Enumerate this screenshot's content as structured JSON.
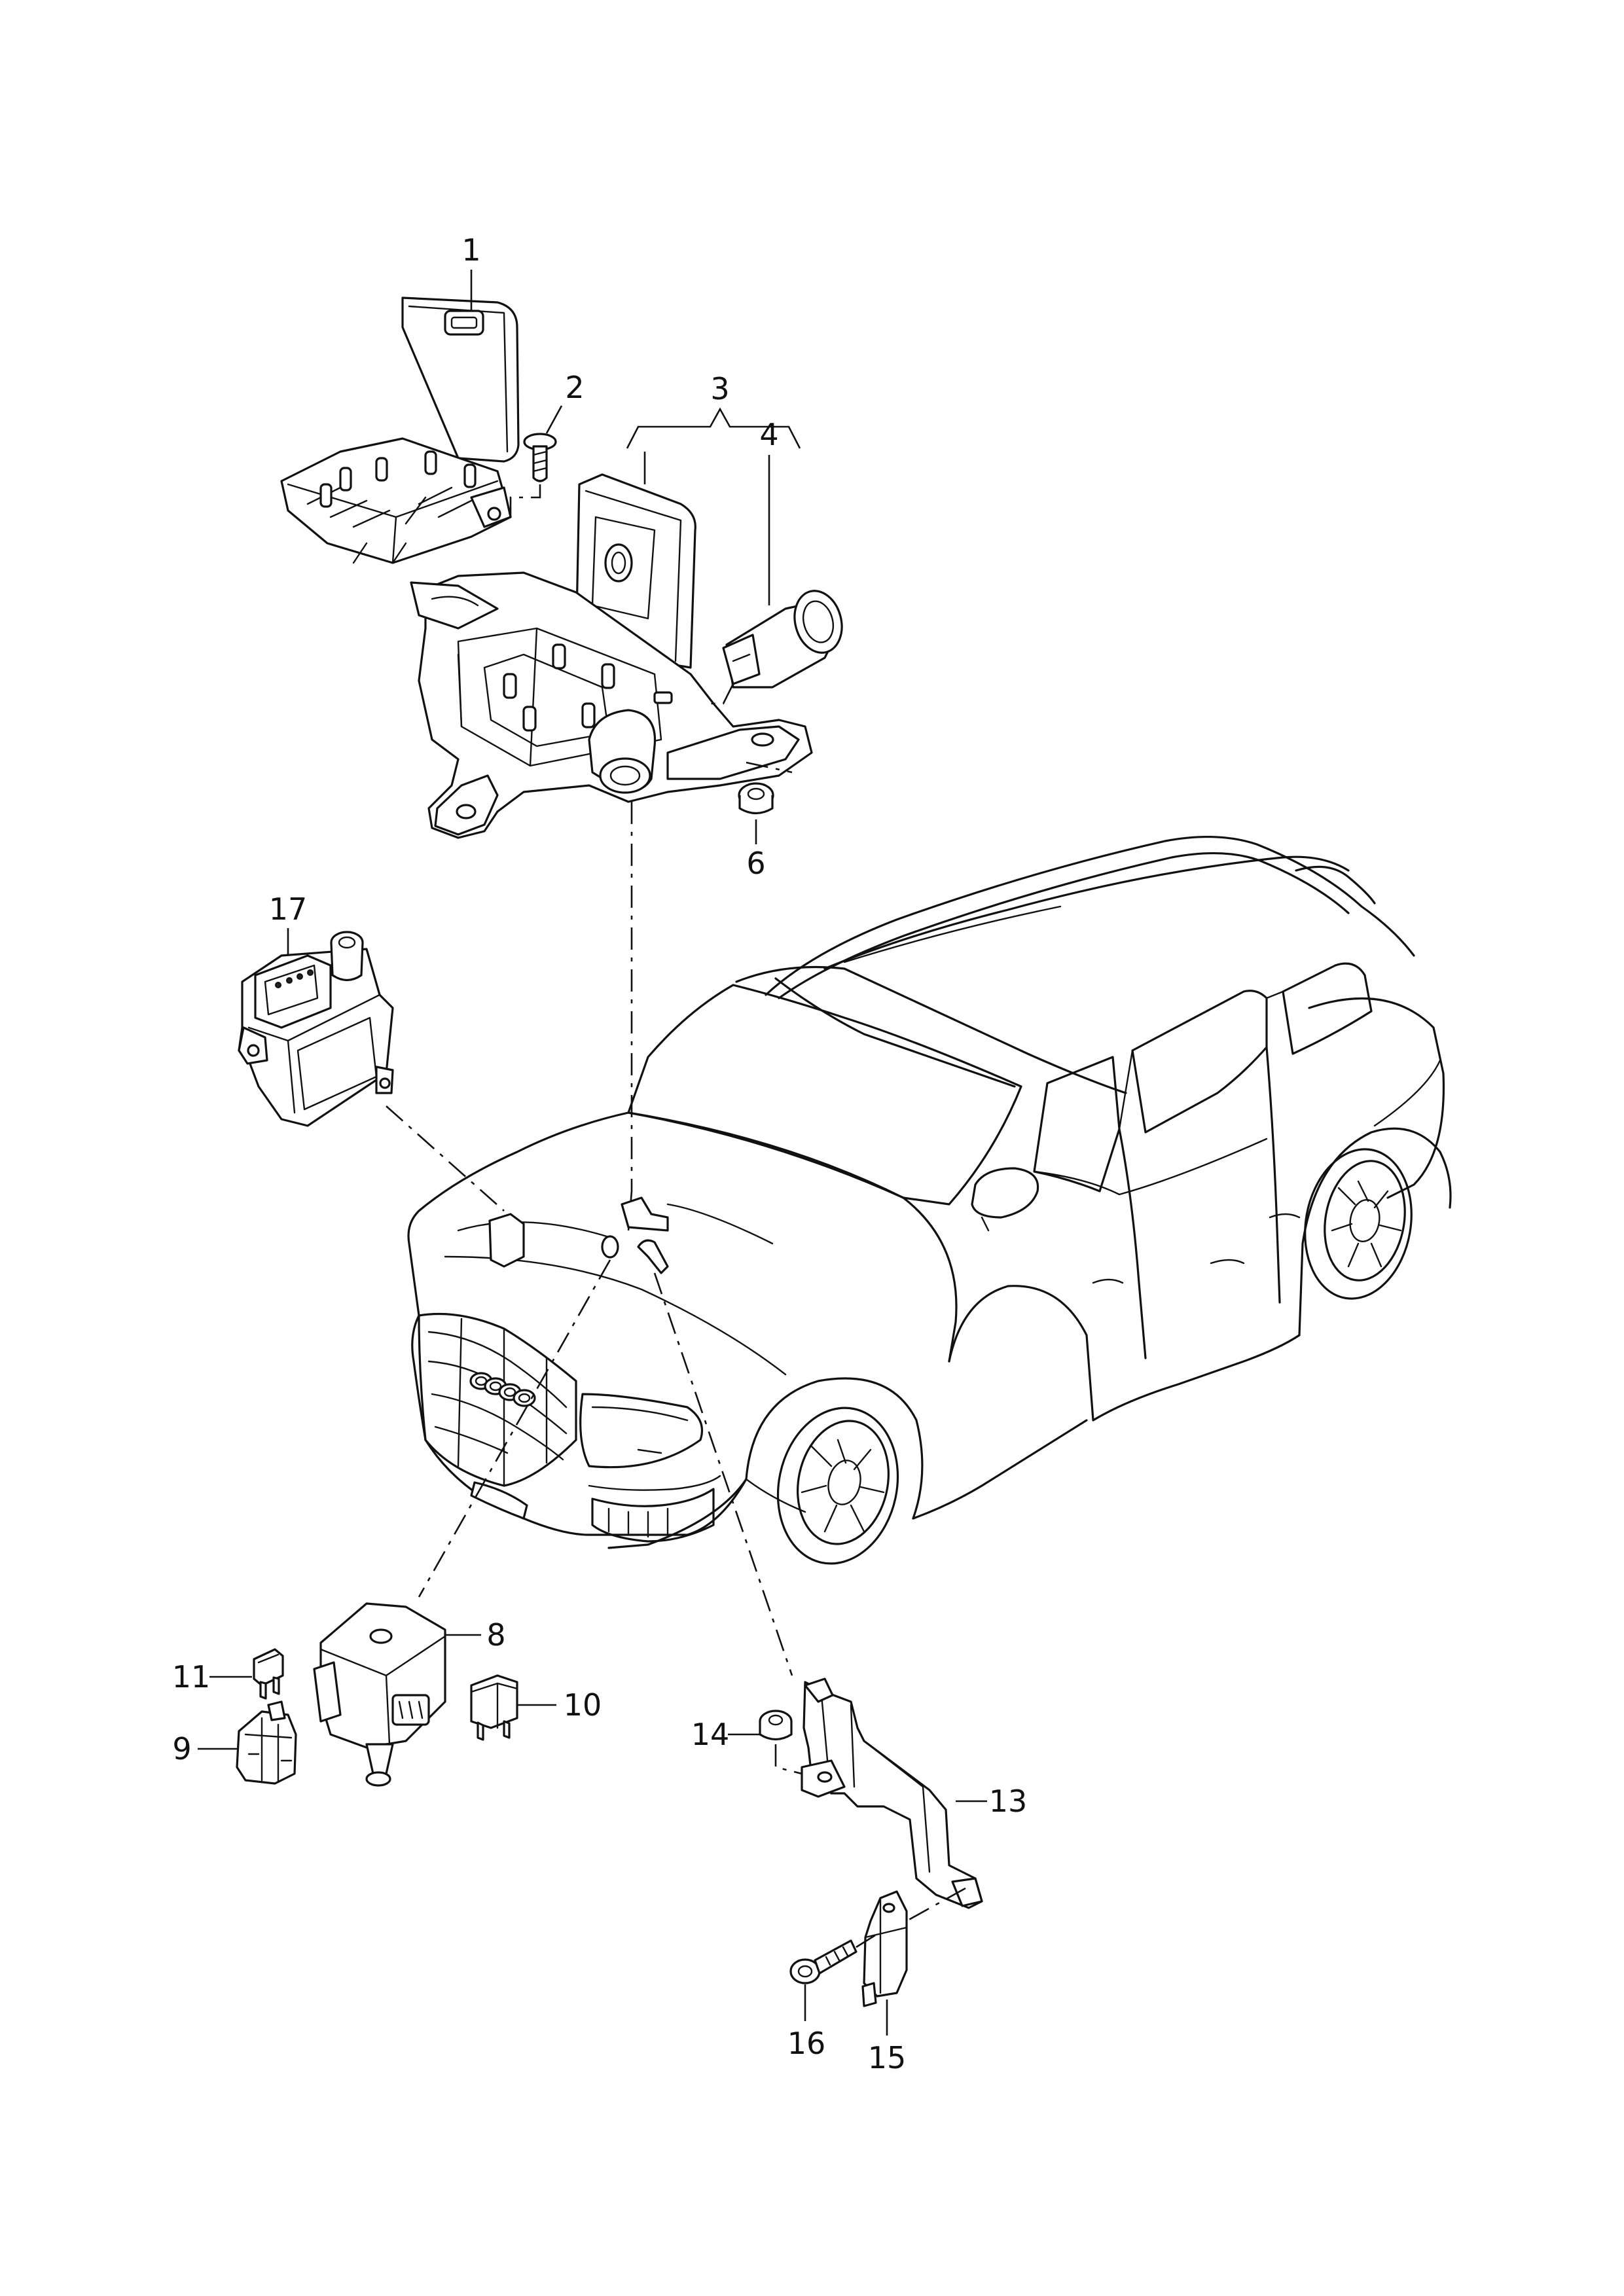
{
  "diagram": {
    "callouts": [
      {
        "id": "1",
        "label": "1"
      },
      {
        "id": "2",
        "label": "2"
      },
      {
        "id": "3",
        "label": "3"
      },
      {
        "id": "4",
        "label": "4"
      },
      {
        "id": "6",
        "label": "6"
      },
      {
        "id": "8",
        "label": "8"
      },
      {
        "id": "9",
        "label": "9"
      },
      {
        "id": "10",
        "label": "10"
      },
      {
        "id": "11",
        "label": "11"
      },
      {
        "id": "13",
        "label": "13"
      },
      {
        "id": "14",
        "label": "14"
      },
      {
        "id": "15",
        "label": "15"
      },
      {
        "id": "16",
        "label": "16"
      },
      {
        "id": "17",
        "label": "17"
      }
    ]
  }
}
